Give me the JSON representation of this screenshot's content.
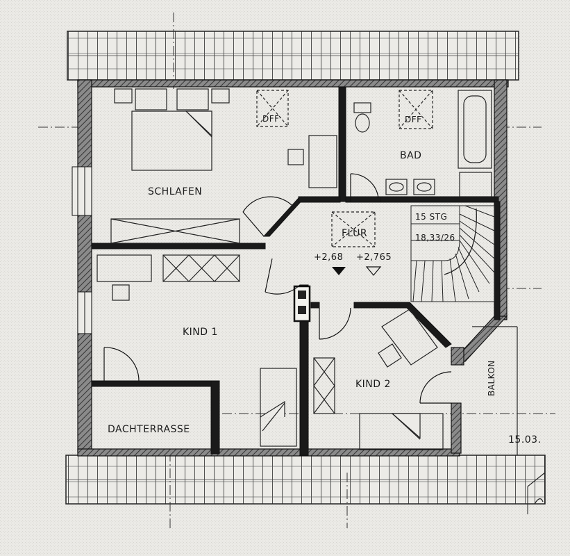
{
  "rooms": {
    "schlafen": "SCHLAFEN",
    "bad": "BAD",
    "flur": "FLUR",
    "kind1": "KIND 1",
    "kind2": "KIND 2",
    "dachterrasse": "DACHTERRASSE",
    "balkon": "BALKON"
  },
  "fixtures": {
    "dfff_1": "DFF",
    "dfff_2": "DFF"
  },
  "stairs": {
    "steps_label": "15 STG",
    "dims_label": "18,33/26"
  },
  "levels": {
    "level_1": "+2,68",
    "level_2": "+2,765"
  },
  "notes": {
    "date_fragment": "15.03."
  },
  "colors": {
    "paper": "#e9e8e4",
    "ink": "#1a1a1a",
    "wall_fill": "#7a7a7a"
  }
}
